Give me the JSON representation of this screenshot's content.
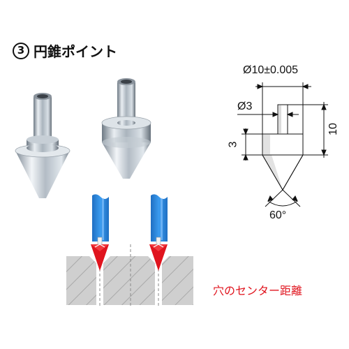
{
  "title": {
    "number": "3",
    "text": "円錐ポイント"
  },
  "drawing": {
    "dia_outer": "Ø10±0.005",
    "dia_shank": "Ø3",
    "height_total": "10",
    "height_collar": "3",
    "angle": "60°"
  },
  "caption": "穴のセンター距離",
  "colors": {
    "tool_blue": "#2f8fe0",
    "tip_red": "#e0141e",
    "block_gray": "#c8c8c8",
    "steel": "#b9c3cc"
  },
  "icons": [
    "cone-point-photo",
    "cone-point-photo",
    "technical-drawing",
    "usage-diagram"
  ]
}
